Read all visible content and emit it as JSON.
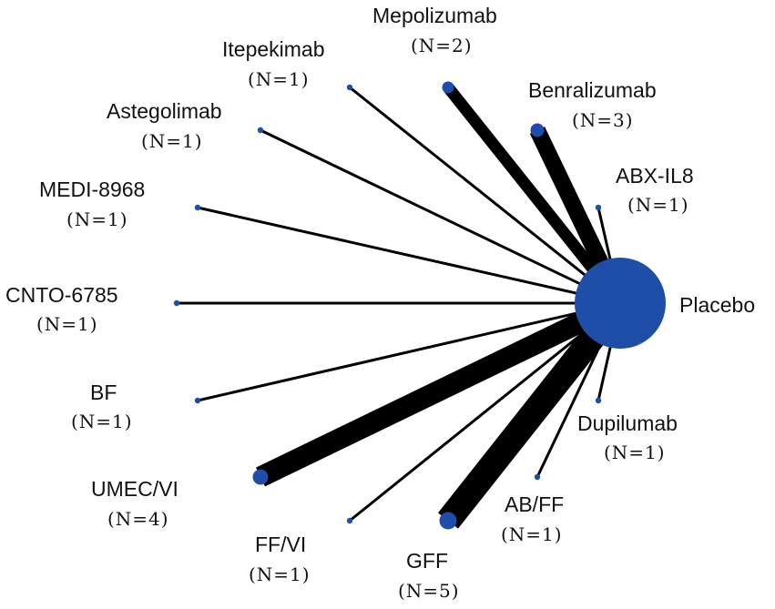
{
  "network": {
    "hub": {
      "label": "Placebo",
      "color": "#1f4ea8"
    },
    "edge_color": "#000000",
    "node_color": "#1f4ea8",
    "nodes": [
      {
        "id": "mepolizumab",
        "name": "Mepolizumab",
        "count": "(N=2)",
        "n": 2
      },
      {
        "id": "itepekimab",
        "name": "Itepekimab",
        "count": "(N=1)",
        "n": 1
      },
      {
        "id": "benralizumab",
        "name": "Benralizumab",
        "count": "(N=3)",
        "n": 3
      },
      {
        "id": "astegolimab",
        "name": "Astegolimab",
        "count": "(N=1)",
        "n": 1
      },
      {
        "id": "abx-il8",
        "name": "ABX-IL8",
        "count": "(N=1)",
        "n": 1
      },
      {
        "id": "medi-8968",
        "name": "MEDI-8968",
        "count": "(N=1)",
        "n": 1
      },
      {
        "id": "cnto-6785",
        "name": "CNTO-6785",
        "count": "(N=1)",
        "n": 1
      },
      {
        "id": "bf",
        "name": "BF",
        "count": "(N=1)",
        "n": 1
      },
      {
        "id": "dupilumab",
        "name": "Dupilumab",
        "count": "(N=1)",
        "n": 1
      },
      {
        "id": "umec-vi",
        "name": "UMEC/VI",
        "count": "(N=4)",
        "n": 4
      },
      {
        "id": "ab-ff",
        "name": "AB/FF",
        "count": "(N=1)",
        "n": 1
      },
      {
        "id": "ff-vi",
        "name": "FF/VI",
        "count": "(N=1)",
        "n": 1
      },
      {
        "id": "gff",
        "name": "GFF",
        "count": "(N=5)",
        "n": 5
      }
    ]
  }
}
